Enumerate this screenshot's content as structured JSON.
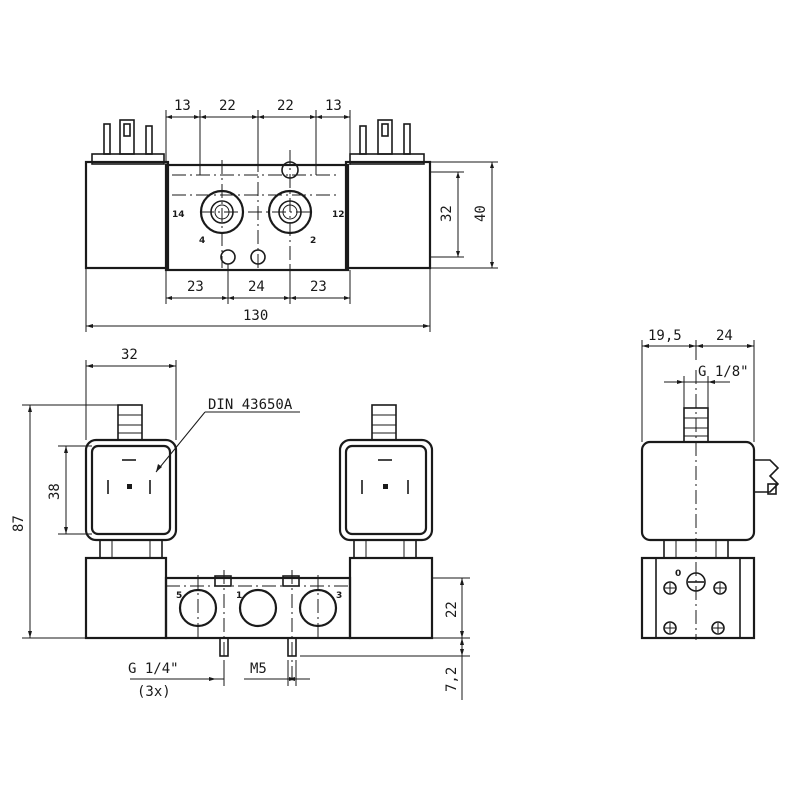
{
  "drawing": {
    "top_view": {
      "dims_top": [
        "13",
        "22",
        "22",
        "13"
      ],
      "dims_bottom": [
        "23",
        "24",
        "23"
      ],
      "dim_overall": "130",
      "dim_height_inner": "32",
      "dim_height_outer": "40",
      "port_labels": [
        "14",
        "4",
        "2",
        "12"
      ]
    },
    "front_view": {
      "dim_width": "32",
      "dim_total_height": "87",
      "dim_coil_height": "38",
      "dim_block_height": "22",
      "dim_pin": "7,2",
      "connector_standard": "DIN 43650A",
      "thread_ports": "G 1/4\"",
      "thread_ports_count": "(3x)",
      "thread_mount": "M5",
      "port_labels": [
        "5",
        "1",
        "3"
      ]
    },
    "side_view": {
      "dim_left": "19,5",
      "dim_right": "24",
      "thread_pilot": "G 1/8\"",
      "port_label": "0"
    }
  }
}
